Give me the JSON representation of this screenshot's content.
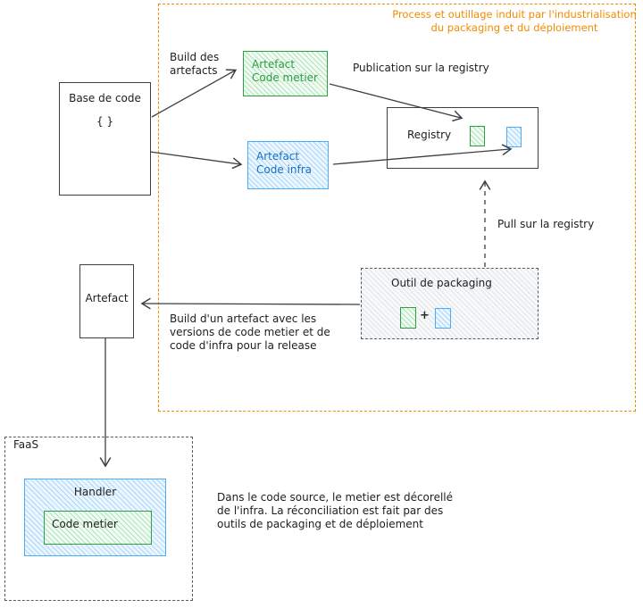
{
  "title": {
    "lines": [
      "Process et outillage induit par l'industrialisation",
      "du packaging et du déploiement"
    ]
  },
  "nodes": {
    "base_de_code": {
      "label": "Base de code",
      "symbol": "{ }"
    },
    "artefact_metier": {
      "line1": "Artefact",
      "line2": "Code metier"
    },
    "artefact_infra": {
      "line1": "Artefact",
      "line2": "Code infra"
    },
    "registry": {
      "label": "Registry"
    },
    "outil_packaging": {
      "label": "Outil de packaging",
      "plus": "+"
    },
    "artefact": {
      "label": "Artefact"
    },
    "faas": {
      "label": "FaaS"
    },
    "handler": {
      "label": "Handler"
    },
    "code_metier": {
      "label": "Code metier"
    }
  },
  "labels": {
    "build_des_artefacts": [
      "Build des",
      "artefacts"
    ],
    "publication": "Publication sur la registry",
    "pull": "Pull sur la registry",
    "build_artefact": [
      "Build d'un artefact avec les",
      "versions de code metier et de",
      "code d'infra pour la release"
    ],
    "note": [
      "Dans le code source, le metier est décorellé",
      "de l'infra. La réconciliation est fait par des",
      "outils de packaging et de déploiement"
    ]
  },
  "colors": {
    "orange_accent": "#f08c00",
    "green_stroke": "#2f9e44",
    "green_fill": "#b2f2bb",
    "blue_stroke": "#4dabf7",
    "blue_text": "#1971c2",
    "dark_stroke": "#3b4045"
  }
}
